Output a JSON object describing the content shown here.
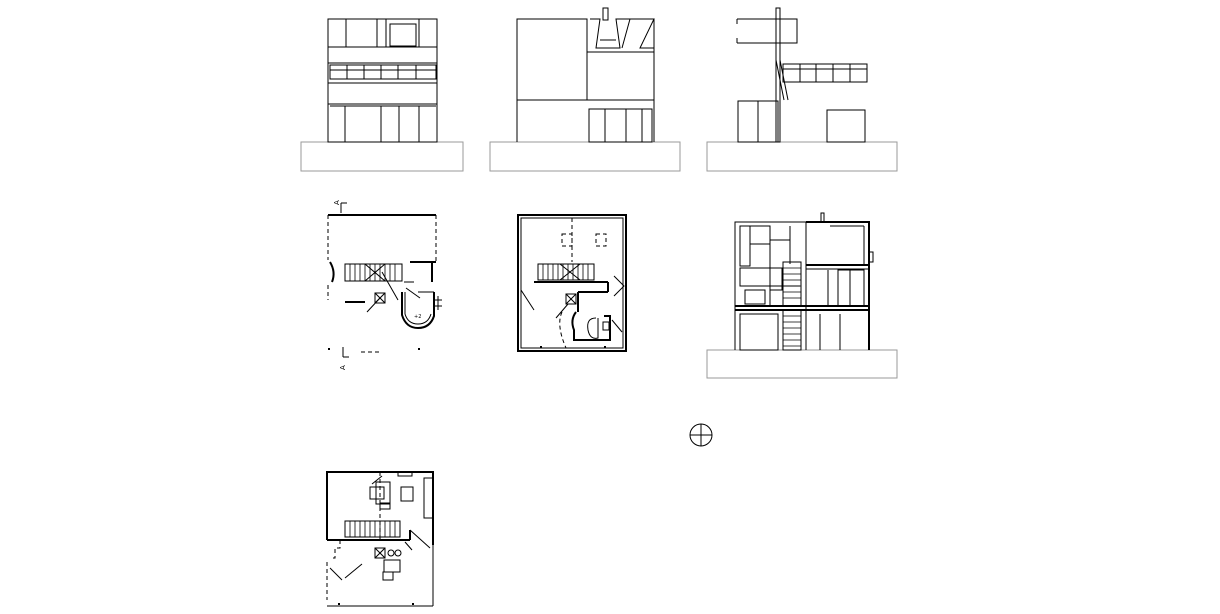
{
  "drawing": {
    "views": [
      {
        "id": "front-elevation"
      },
      {
        "id": "side-elevation-a"
      },
      {
        "id": "side-elevation-b"
      },
      {
        "id": "ground-floor-plan"
      },
      {
        "id": "first-floor-plan"
      },
      {
        "id": "section"
      },
      {
        "id": "second-floor-plan"
      }
    ],
    "symbols": {
      "north": "north-arrow-icon",
      "cut": "section-cut-marker"
    },
    "markers": {
      "cut_label_top": "A",
      "cut_label_bottom": "A",
      "level_mark": "+2"
    },
    "colors": {
      "line": "#000000",
      "ground": "#9a9a9a",
      "background": "#ffffff"
    }
  }
}
